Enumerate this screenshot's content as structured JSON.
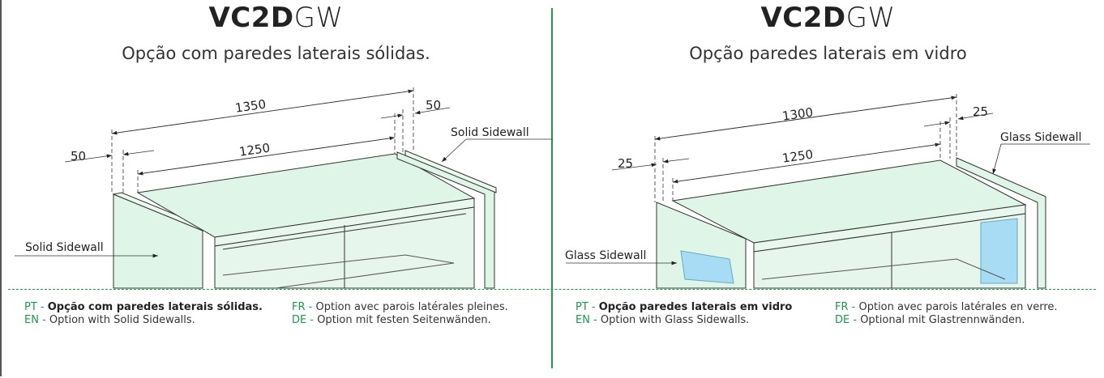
{
  "left": {
    "title_bold": "VC2D",
    "title_light": "GW",
    "subtitle": "Opção com paredes laterais sólidas.",
    "dimensions": {
      "overall": "1350",
      "inner": "1250",
      "left_wall": "50",
      "right_wall": "50"
    },
    "callouts": {
      "right": "Solid Sidewall",
      "left": "Solid Sidewall"
    },
    "legend": [
      {
        "code": "PT -",
        "text": "Opção com paredes laterais sólidas."
      },
      {
        "code": "EN -",
        "text": "Option with Solid Sidewalls."
      },
      {
        "code": "FR -",
        "text": "Option avec parois latérales pleines."
      },
      {
        "code": "DE -",
        "text": "Option mit festen Seitenwänden."
      }
    ]
  },
  "right": {
    "title_bold": "VC2D",
    "title_light": "GW",
    "subtitle": "Opção paredes laterais em vidro",
    "dimensions": {
      "overall": "1300",
      "inner": "1250",
      "left_wall": "25",
      "right_wall": "25"
    },
    "callouts": {
      "right": "Glass Sidewall",
      "left": "Glass Sidewall"
    },
    "legend": [
      {
        "code": "PT -",
        "text": "Opção paredes laterais em vidro"
      },
      {
        "code": "EN -",
        "text": "Option with Glass Sidewalls."
      },
      {
        "code": "FR -",
        "text": "Option avec parois latérales en verre."
      },
      {
        "code": "DE -",
        "text": "Optional mit Glastrennwänden."
      }
    ]
  },
  "colors": {
    "accent": "#1a9a4a",
    "panel": "#dff5e8",
    "glass": "#a8dcf5"
  }
}
